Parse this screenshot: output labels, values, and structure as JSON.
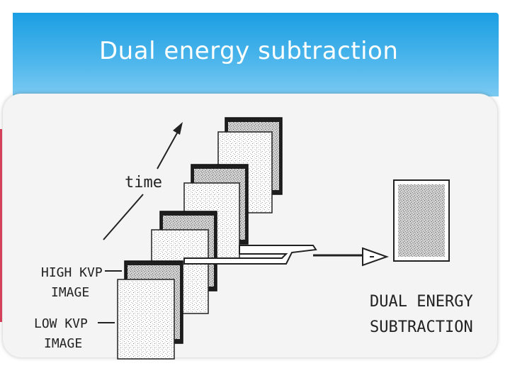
{
  "slide": {
    "title": "Dual energy subtraction"
  },
  "diagram": {
    "time_label": "time",
    "high_label_line1": "HIGH KVP",
    "high_label_line2": "IMAGE",
    "low_label_line1": "LOW KVP",
    "low_label_line2": "IMAGE",
    "result_label_line1": "DUAL ENERGY",
    "result_label_line2": "SUBTRACTION",
    "colors": {
      "header": "#1b9ee3",
      "frame_dark": "#1e1e1e",
      "frame_light": "#ffffff",
      "ink": "#222222"
    }
  }
}
